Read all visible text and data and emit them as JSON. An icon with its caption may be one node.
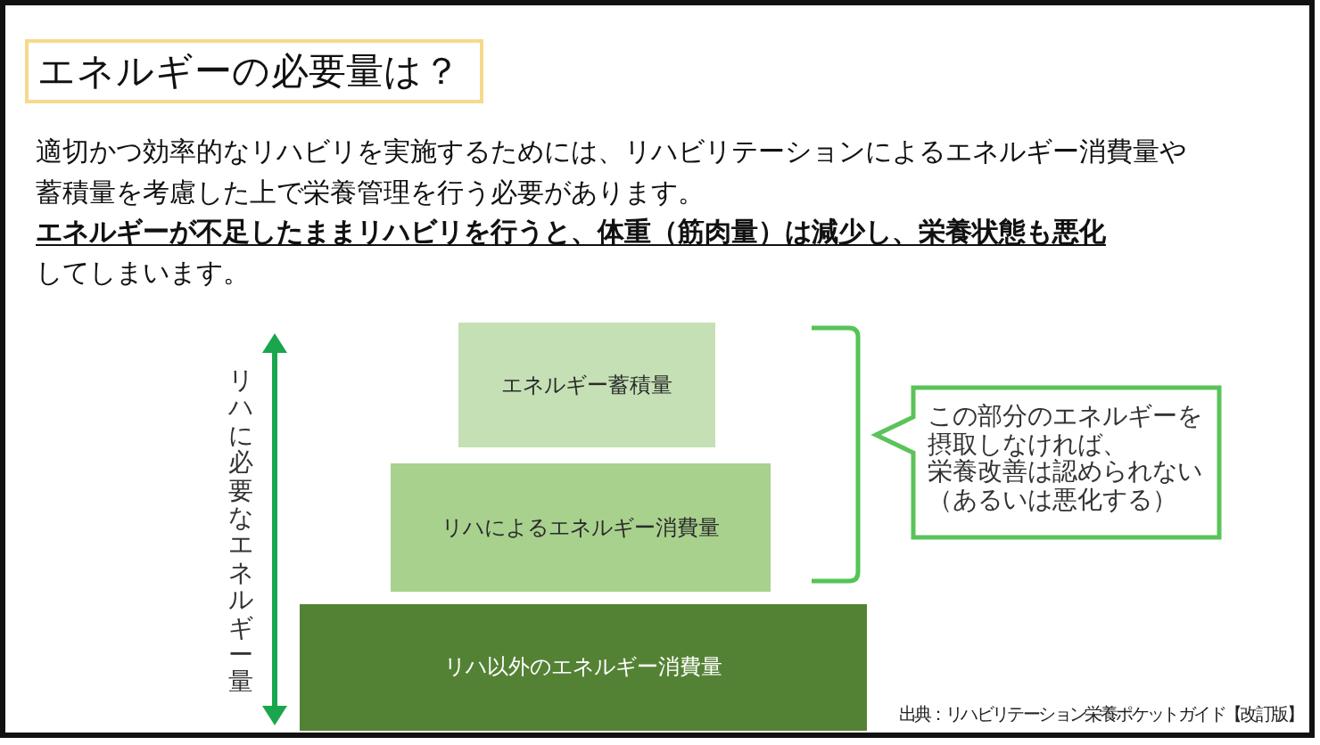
{
  "diagram": {
    "title": "エネルギーの必要量は？",
    "nodes": [
      {
        "text": [
          "エネルギー蓄積量"
        ]
      },
      {
        "text": [
          "リハによるエネルギー消費量"
        ]
      },
      {
        "text": [
          "リハ以外のエネルギー消費量"
        ]
      },
      {
        "text": [
          "この部分のエネルギーを摂取しなければ、栄養改善は認められない（あるいは悪化する）"
        ]
      }
    ],
    "labels": [
      "適切かつ効率的なリハビリを実施するためには、リハビリテーションによるエネルギー消費量や蓄積量を考慮した上で栄養管理を行う必要があります。",
      "**エネルギーが不足したままリハビリを行うと、体重（筋肉量）は減少し、栄養状態も悪化**してしまいます。",
      "リハに必要なエネルギー量",
      "出典：リハビリテーション栄養ポケットガイド【改訂版】"
    ]
  }
}
